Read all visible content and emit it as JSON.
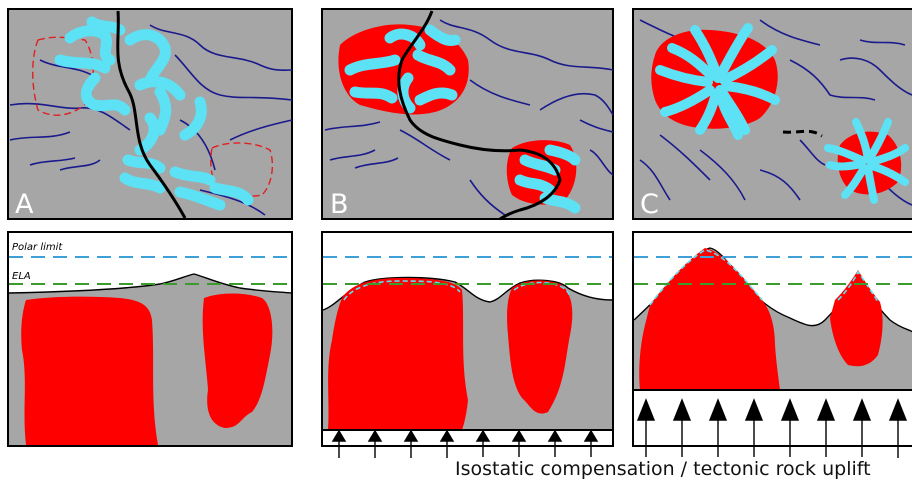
{
  "panels": [
    {
      "letter": "A"
    },
    {
      "letter": "B"
    },
    {
      "letter": "C"
    }
  ],
  "labels": {
    "polar_limit": "Polar limit",
    "ela": "ELA"
  },
  "caption": "Isostatic compensation / tectonic rock uplift",
  "colors": {
    "rock_gray": "#a6a6a6",
    "massif_red": "#ff0000",
    "glacier_cyan": "#5ce1f5",
    "river_blue": "#1a1a8c",
    "polar_line": "#3ea0d6",
    "ela_line": "#3b9b2d",
    "boundary_red": "#e02020",
    "divide_black": "#000000"
  }
}
